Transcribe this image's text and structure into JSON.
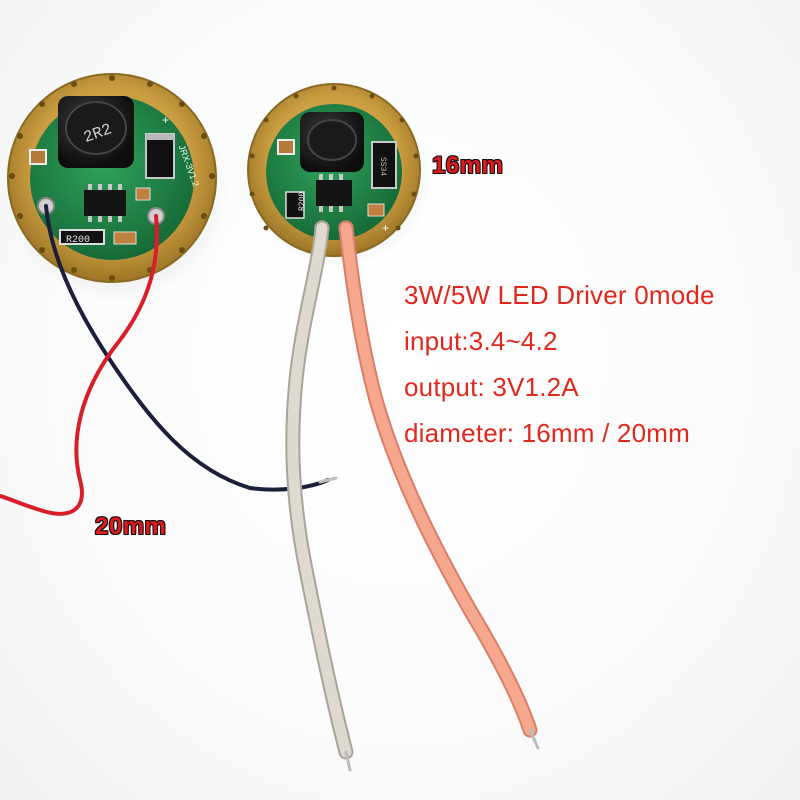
{
  "labels": {
    "small_board": "16mm",
    "large_board": "20mm"
  },
  "specs": {
    "line1": "3W/5W LED Driver 0mode",
    "line2": "input:3.4~4.2",
    "line3": "output: 3V1.2A",
    "line4": "diameter: 16mm / 20mm"
  },
  "board_markings": {
    "large_inductor": "2R2",
    "large_resistor": "R200",
    "small_resistor": "R200"
  },
  "colors": {
    "label_red": "#e01a1a",
    "text_red": "#e0281e",
    "pcb_green": "#1f8a4a",
    "pad_gold": "#c9a24a",
    "wire_red": "#d81e2a",
    "wire_black": "#1c1f3a",
    "wire_white": "#dcd8cc",
    "wire_pink": "#f2a08a"
  }
}
